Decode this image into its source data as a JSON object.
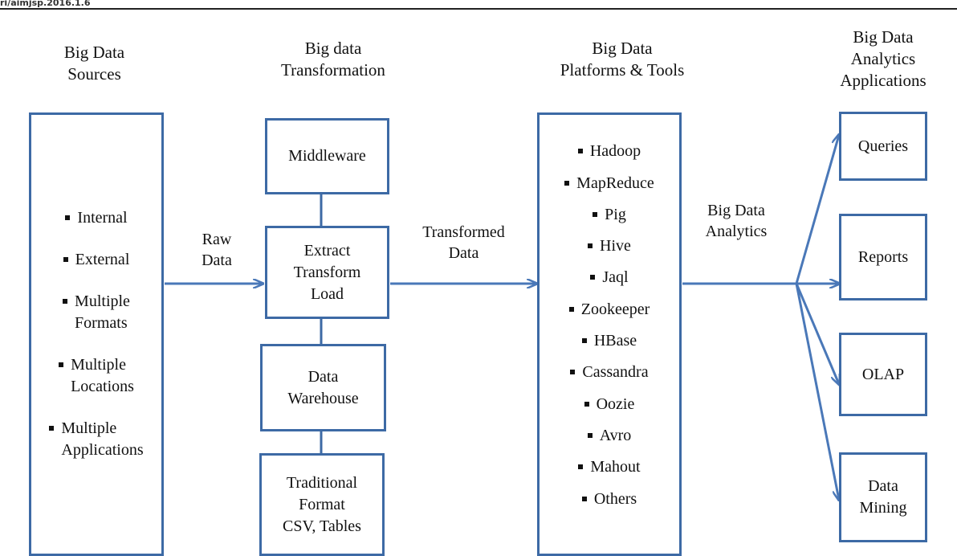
{
  "header_fragment": "ri/aimjsp.2016.1.6",
  "columns": {
    "sources": {
      "title": "Big Data\nSources",
      "items": [
        "Internal",
        "External",
        "Multiple\nFormats",
        "Multiple\nLocations",
        "Multiple\nApplications"
      ]
    },
    "transformation": {
      "title": "Big data\nTransformation",
      "boxes": {
        "middleware": "Middleware",
        "etl": "Extract\nTransform\nLoad",
        "warehouse": "Data\nWarehouse",
        "traditional": "Traditional\nFormat\nCSV, Tables"
      }
    },
    "platforms": {
      "title": "Big Data\nPlatforms & Tools",
      "items": [
        "Hadoop",
        "MapReduce",
        "Pig",
        "Hive",
        "Jaql",
        "Zookeeper",
        "HBase",
        "Cassandra",
        "Oozie",
        "Avro",
        "Mahout",
        "Others"
      ]
    },
    "applications": {
      "title": "Big Data\nAnalytics\nApplications",
      "items": [
        "Queries",
        "Reports",
        "OLAP",
        "Data\nMining"
      ]
    }
  },
  "flows": {
    "raw_data": "Raw\nData",
    "transformed_data": "Transformed\nData",
    "analytics": "Big Data\nAnalytics"
  },
  "colors": {
    "box_border": "#3d6aa5",
    "arrow": "#4a78b8"
  }
}
